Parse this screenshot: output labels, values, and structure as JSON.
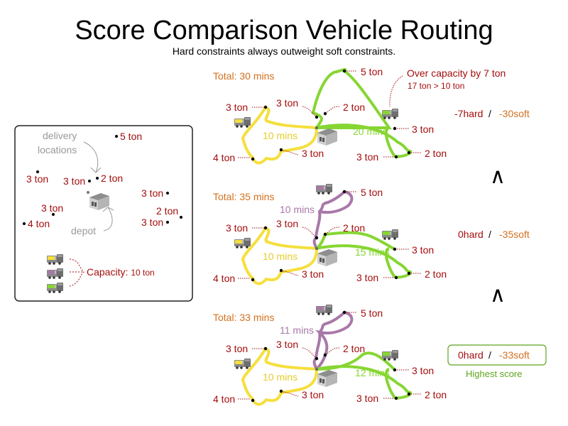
{
  "header": {
    "title": "Score Comparison Vehicle Routing",
    "subtitle": "Hard constraints always outweight soft constraints."
  },
  "colors": {
    "yellow_route": "#f5df3c",
    "green_route": "#86d632",
    "purple_route": "#a878a8",
    "label_red": "#a50d0d",
    "soft_orange": "#d2701e",
    "best_green": "#5ea51e",
    "annotation_grey": "#999999"
  },
  "legend": {
    "delivery_locations_label_line1": "delivery",
    "delivery_locations_label_line2": "locations",
    "depot_label": "depot",
    "capacity_label": "Capacity:",
    "capacity_value": "10 ton",
    "locations": [
      {
        "name": "loc-5-top",
        "label": "5 ton"
      },
      {
        "name": "loc-3-left",
        "label": "3 ton"
      },
      {
        "name": "loc-3-center",
        "label": "3 ton"
      },
      {
        "name": "loc-2-center",
        "label": "2 ton"
      },
      {
        "name": "loc-3-right-top",
        "label": "3 ton"
      },
      {
        "name": "loc-3-mid-left",
        "label": "3 ton"
      },
      {
        "name": "loc-2-right",
        "label": "2 ton"
      },
      {
        "name": "loc-4-left",
        "label": "4 ton"
      },
      {
        "name": "loc-3-right-bottom",
        "label": "3 ton"
      }
    ],
    "vehicles": [
      "yellow-truck",
      "purple-truck",
      "green-truck"
    ]
  },
  "solutions": [
    {
      "total": "Total: 30 mins",
      "yellow_mins": "10 mins",
      "green_mins": "20 mins",
      "purple_mins": null,
      "labels": {
        "top": "5 ton",
        "left_top": "3 ton",
        "center_left": "3 ton",
        "center_right": "2 ton",
        "left_bottom": "4 ton",
        "mid_bottom": "3 ton",
        "right_top": "3 ton",
        "right_bottom": "2 ton",
        "right_bottom_left": "3 ton"
      },
      "warning": "Over capacity by 7 ton",
      "warning_detail": "17 ton > 10 ton",
      "score_hard": "-7hard",
      "score_sep": "/",
      "score_soft": "-30soft"
    },
    {
      "total": "Total: 35 mins",
      "yellow_mins": "10 mins",
      "green_mins": "15 mins",
      "purple_mins": "10 mins",
      "labels": {
        "top": "5 ton",
        "left_top": "3 ton",
        "center_left": "3 ton",
        "center_right": "2 ton",
        "left_bottom": "4 ton",
        "mid_bottom": "3 ton",
        "right_top": "3 ton",
        "right_bottom": "2 ton",
        "right_bottom_left": "3 ton"
      },
      "score_hard": "0hard",
      "score_sep": "/",
      "score_soft": "-35soft"
    },
    {
      "total": "Total: 33 mins",
      "yellow_mins": "10 mins",
      "green_mins": "12 mins",
      "purple_mins": "11 mins",
      "labels": {
        "top": "5 ton",
        "left_top": "3 ton",
        "center_left": "3 ton",
        "center_right": "2 ton",
        "left_bottom": "4 ton",
        "mid_bottom": "3 ton",
        "right_top": "3 ton",
        "right_bottom": "2 ton",
        "right_bottom_left": "3 ton"
      },
      "score_hard": "0hard",
      "score_sep": "/",
      "score_soft": "-33soft",
      "badge": "Highest score"
    }
  ],
  "comparators": [
    "∧",
    "∧"
  ]
}
